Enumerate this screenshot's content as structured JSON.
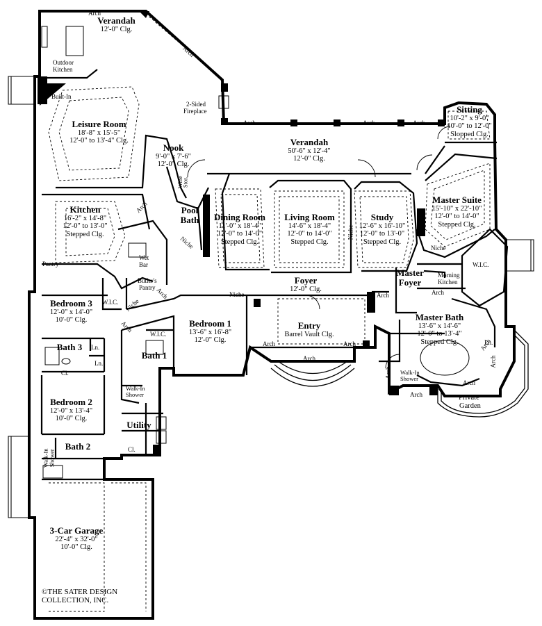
{
  "rooms": {
    "verandah_top": {
      "name": "Verandah",
      "lines": [
        "12'-0\" Clg."
      ]
    },
    "leisure": {
      "name": "Leisure Room",
      "lines": [
        "18'-8\" x 15'-5\"",
        "12'-0\" to 13'-4\" Clg."
      ]
    },
    "nook": {
      "name": "Nook",
      "lines": [
        "9'-0\" x 7'-6\"",
        "12'-0\" Clg."
      ]
    },
    "verandah_main": {
      "name": "Verandah",
      "lines": [
        "50'-6\" x 12'-4\"",
        "12'-0\" Clg."
      ]
    },
    "sitting": {
      "name": "Sitting",
      "lines": [
        "10'-2\" x 9'-0\"",
        "10'-0\" to 12'-0\"",
        "Slopped Clg."
      ]
    },
    "kitchen": {
      "name": "Kitchen",
      "lines": [
        "16'-2\" x 14'-8\"",
        "12'-0\" to 13'-0\"",
        "Stepped Clg."
      ]
    },
    "pool_bath": {
      "name": "Pool",
      "lines": [
        "Bath"
      ]
    },
    "dining": {
      "name": "Dining Room",
      "lines": [
        "11'-0\" x 18'-4\"",
        "12'-0\" to 14'-0\"",
        "Stepped Clg."
      ]
    },
    "living": {
      "name": "Living Room",
      "lines": [
        "14'-6\" x 18'-4\"",
        "12'-0\" to 14'-0\"",
        "Stepped Clg."
      ]
    },
    "study": {
      "name": "Study",
      "lines": [
        "12'-6\" x 16'-10\"",
        "12'-0\" to 13'-0\"",
        "Stepped Clg."
      ]
    },
    "master_suite": {
      "name": "Master Suite",
      "lines": [
        "15'-10\" x 22'-10\"",
        "12'-0\" to 14'-0\"",
        "Stepped Clg."
      ]
    },
    "foyer": {
      "name": "Foyer",
      "lines": [
        "12'-0\" Clg."
      ]
    },
    "master_foyer": {
      "name": "Master",
      "lines": [
        "Foyer"
      ]
    },
    "bedroom3": {
      "name": "Bedroom 3",
      "lines": [
        "12'-0\" x 14'-0\"",
        "10'-0\" Clg."
      ]
    },
    "bedroom1": {
      "name": "Bedroom 1",
      "lines": [
        "13'-6\" x 16'-8\"",
        "12'-0\" Clg."
      ]
    },
    "entry": {
      "name": "Entry",
      "lines": [
        "Barrel Vault Clg."
      ]
    },
    "master_bath": {
      "name": "Master Bath",
      "lines": [
        "13'-6\" x 14'-6\"",
        "12'-0\" to 13'-4\"",
        "Stepped Clg."
      ]
    },
    "bath3": {
      "name": "Bath 3",
      "lines": []
    },
    "bath1": {
      "name": "Bath 1",
      "lines": []
    },
    "bedroom2": {
      "name": "Bedroom 2",
      "lines": [
        "12'-0\" x 13'-4\"",
        "10'-0\" Clg."
      ]
    },
    "utility": {
      "name": "Utility",
      "lines": []
    },
    "bath2": {
      "name": "Bath 2",
      "lines": []
    },
    "garage": {
      "name": "3-Car Garage",
      "lines": [
        "22'-4\" x 32'-0\"",
        "10'-0\"  Clg."
      ]
    }
  },
  "tags": {
    "arch": "Arch",
    "niche": "Niche",
    "outdoor_kitchen_1": "Outdoor",
    "outdoor_kitchen_2": "Kitchen",
    "built_in": "Built-In",
    "two_sided_1": "2-Sided",
    "two_sided_2": "Fireplace",
    "wic": "W.I.C.",
    "morning_1": "Morning",
    "morning_2": "Kitchen",
    "wet_1": "Wet",
    "wet_2": "Bar",
    "butler_1": "Butler's",
    "butler_2": "Pantry",
    "pantry": "Pantry",
    "walkin_1": "Walk-In",
    "walkin_2": "Shower",
    "linen": "Ln.",
    "closet": "Cl.",
    "private_1": "Private",
    "private_2": "Garden",
    "wine_1": "Wine",
    "wine_2": "Stor."
  },
  "copyright": [
    "©THE SATER DESIGN",
    "COLLECTION, INC."
  ]
}
